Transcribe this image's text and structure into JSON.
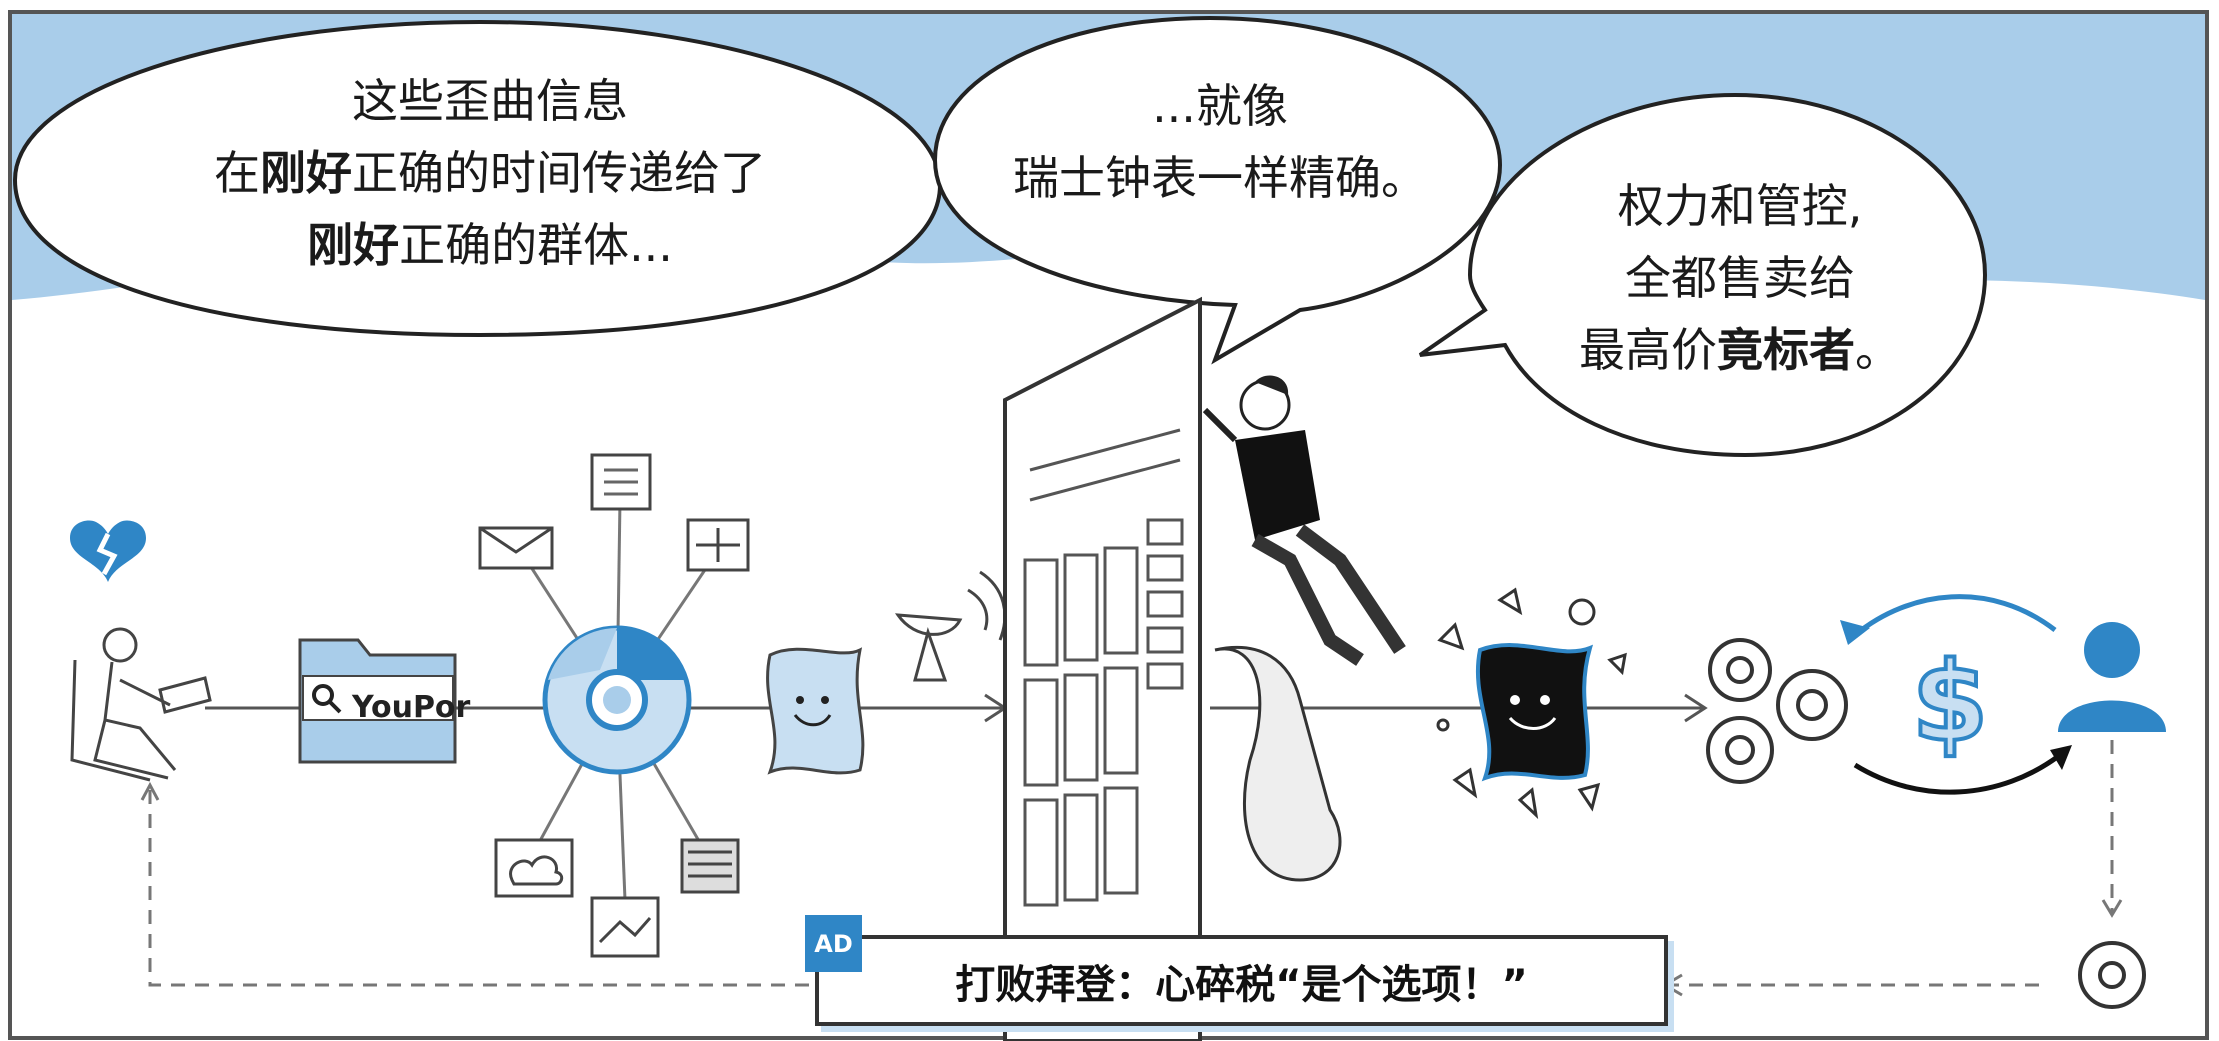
{
  "bubbles": {
    "left": {
      "line1": "这些歪曲信息",
      "line2_pre": "在",
      "line2_bold": "刚好",
      "line2_post": "正确的时间传递给了",
      "line3_bold": "刚好",
      "line3_post": "正确的群体..."
    },
    "middle": {
      "line1": "...就像",
      "line2": "瑞士钟表一样精确。"
    },
    "right": {
      "line1": "权力和管控,",
      "line2": "全都售卖给",
      "line3_pre": "最高价",
      "line3_bold": "竟标者",
      "line3_post": "。"
    }
  },
  "folder_label": "YouPor",
  "ad": {
    "badge": "AD",
    "text": "打败拜登：心碎税“是个选项！”"
  },
  "icons": [
    "broken-heart-icon",
    "person-at-laptop-icon",
    "folder-icon",
    "search-icon",
    "chrome-icon",
    "envelope-icon",
    "document-icon",
    "move-arrows-icon",
    "cloud-icon",
    "image-icon",
    "server-icon",
    "scroll-icon",
    "satellite-dish-icon",
    "newspaper-icon",
    "person-sitting-icon",
    "gears-icon",
    "dollar-icon",
    "user-icon",
    "gear-icon"
  ],
  "colors": {
    "sky": "#a9cdea",
    "accent": "#2f86c6",
    "ink": "#1a1a1a",
    "pale_blue": "#c8dff2"
  }
}
